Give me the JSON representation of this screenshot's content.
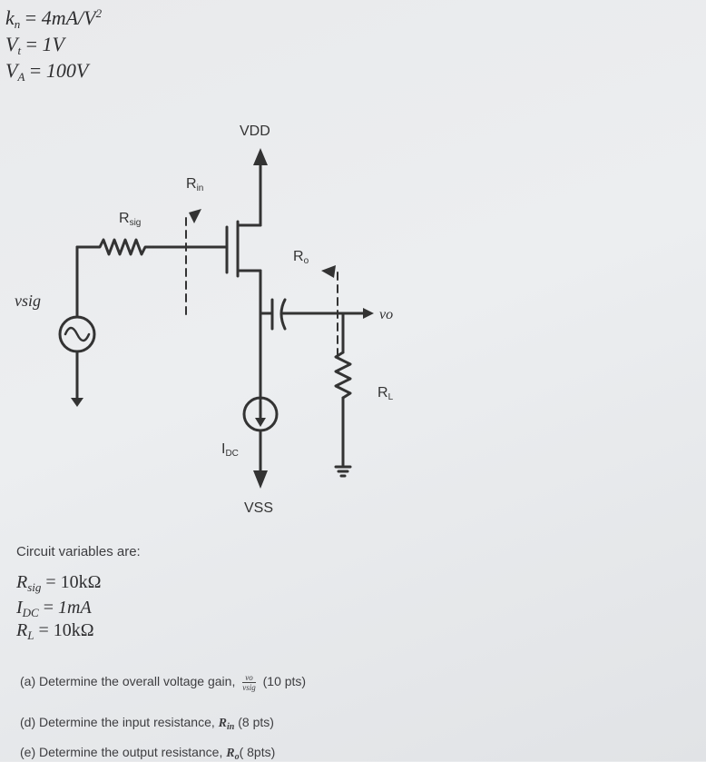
{
  "params": {
    "kn": {
      "sym": "k",
      "sub": "n",
      "rhs": "4mA/V",
      "sup": "2"
    },
    "vt": {
      "sym": "V",
      "sub": "t",
      "rhs": "1V"
    },
    "va": {
      "sym": "V",
      "sub": "A",
      "rhs": "100V"
    }
  },
  "circuit": {
    "vdd": "VDD",
    "vss": "VSS",
    "rin": {
      "main": "R",
      "sub": "in"
    },
    "rsig": {
      "main": "R",
      "sub": "sig"
    },
    "ro": {
      "main": "R",
      "sub": "o"
    },
    "rl": {
      "main": "R",
      "sub": "L"
    },
    "idc": {
      "main": "I",
      "sub": "DC"
    },
    "vsig": "vsig",
    "vo": "vo"
  },
  "variables": {
    "heading": "Circuit variables are:",
    "rsig": {
      "sym": "R",
      "sub": "sig",
      "rhs": "10kΩ"
    },
    "idc": {
      "sym": "I",
      "sub": "DC",
      "rhs": "1mA"
    },
    "rl": {
      "sym": "R",
      "sub": "L",
      "rhs": "10kΩ"
    }
  },
  "questions": {
    "a": {
      "text": "(a) Determine the overall voltage gain,",
      "num": "vo",
      "den": "vsig",
      "pts": "(10 pts)"
    },
    "d": {
      "text": "(d) Determine the input resistance,",
      "var": "R",
      "sub": "in",
      "pts": "(8 pts)"
    },
    "e": {
      "text": "(e) Determine the output resistance,",
      "var": "R",
      "sub": "o",
      "pts": "( 8pts)"
    }
  }
}
